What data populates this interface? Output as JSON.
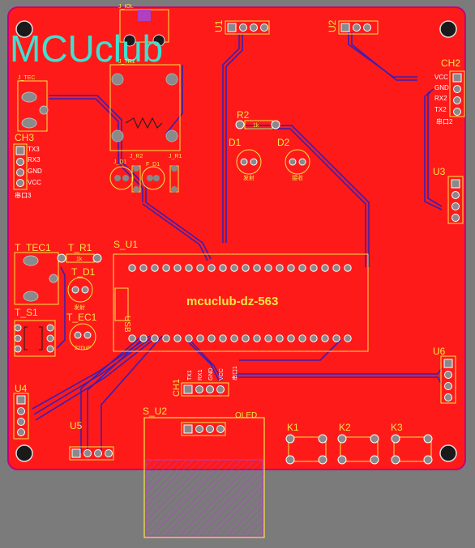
{
  "logo": {
    "text": "MCUclub"
  },
  "board": {
    "label": "mcuclub-dz-563",
    "usb": "USB"
  },
  "designators": {
    "j_tec": "J_TEC",
    "j_tec1": "J_TEC",
    "j_d1": "J_D1",
    "j_tr1": "J_TR1",
    "j_r2": "J_R2",
    "j_d1b": "J_D1",
    "f_d1": "F_D1",
    "j_r1": "J_R1",
    "u1": "U1",
    "u2": "U2",
    "ch2": "CH2",
    "ch3": "CH3",
    "u3": "U3",
    "r2": "R2",
    "d1": "D1",
    "d2": "D2",
    "t_tec1": "T_TEC1",
    "t_r1": "T_R1",
    "t_d1": "T_D1",
    "t_s1": "T_S1",
    "t_ec1": "T_EC1",
    "s_u1": "S_U1",
    "u4": "U4",
    "u5": "U5",
    "s_u2": "S_U2",
    "oled": "OLED",
    "ch1": "CH1",
    "u6": "U6",
    "k1": "K1",
    "k2": "K2",
    "k3": "K3"
  },
  "pins": {
    "ch2": [
      "VCC",
      "GND",
      "RX2",
      "TX2"
    ],
    "ch2_note": "串口2",
    "ch3": [
      "TX3",
      "RX3",
      "GND",
      "VCC"
    ],
    "ch3_note": "串口3",
    "ch1": [
      "TX1",
      "RX1",
      "GND",
      "VCC"
    ],
    "ch1_note": "串口1"
  },
  "values": {
    "r2": "1k",
    "t_r1": "1k",
    "t_ec1": "220uF",
    "t_d1": "发射",
    "d1": "发射",
    "d2": "接收"
  }
}
